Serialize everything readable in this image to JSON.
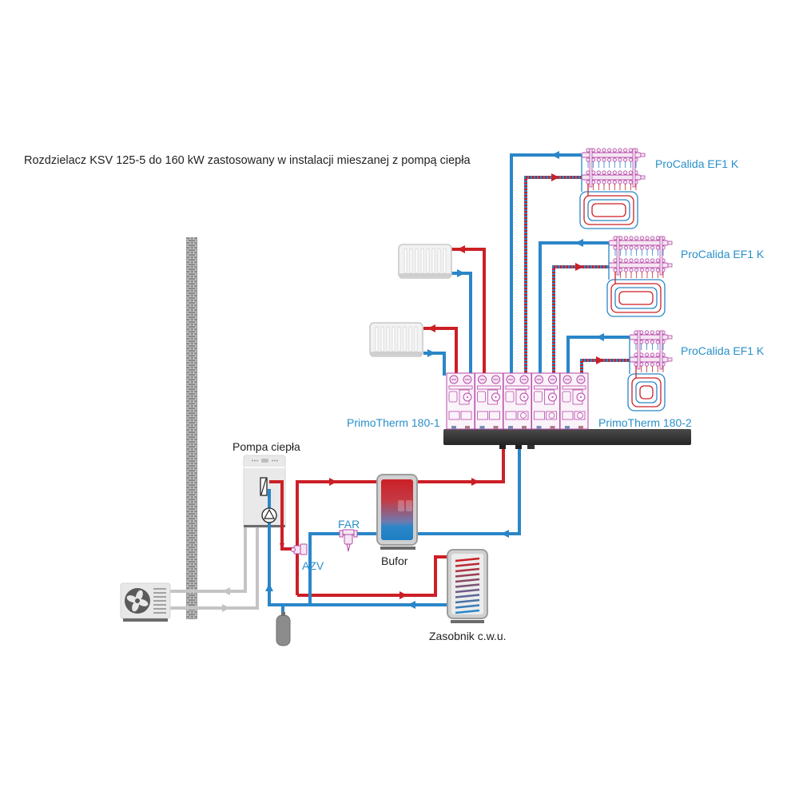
{
  "title": "Rozdzielacz KSV 125-5 do 160 kW zastosowany w instalacji mieszanej z pompą ciepła",
  "colors": {
    "supply": "#cc1f26",
    "return": "#2a86c8",
    "glycol": "#c4c4c4",
    "module_outline": "#b64aa8",
    "label_blue": "#2a8fc9",
    "manifold_bar": "#3a3a3a"
  },
  "labels": {
    "heat_pump": "Pompa ciepła",
    "buffer": "Bufor",
    "dhw_tank": "Zasobnik c.w.u.",
    "azv": "AZV",
    "far": "FAR",
    "primotherm_1": "PrimoTherm 180-1",
    "primotherm_2": "PrimoTherm 180-2",
    "underfloor": [
      "ProCalida EF1 K",
      "ProCalida EF1 K",
      "ProCalida EF1 K"
    ]
  },
  "components": {
    "pump_modules": 5,
    "radiators": 2,
    "underfloor_circuits": 3,
    "outdoor_unit": "fan-icon",
    "expansion_vessel": "expansion-vessel-icon",
    "wall": "brick-wall"
  }
}
